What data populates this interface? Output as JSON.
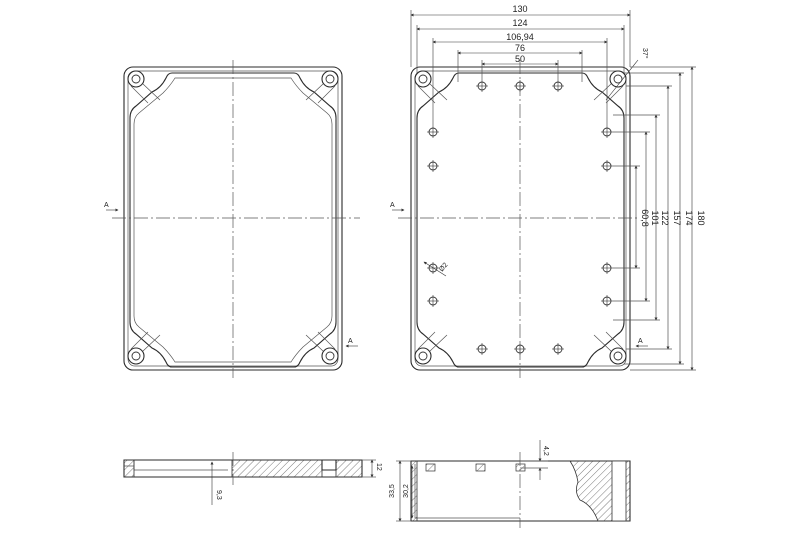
{
  "drawing": {
    "section_marker": "A",
    "dimensions": {
      "width_overall": "130",
      "width_inner": "124",
      "hole_span_outer": "106,94",
      "hole_span_mid": "76",
      "hole_span_inner": "50",
      "corner_angle": "37°",
      "height_overall": "180",
      "height_174": "174",
      "height_157": "157",
      "height_122": "122",
      "height_101": "101",
      "height_60_8": "60,8",
      "hole_diameter": "Ø2",
      "base_height": "12",
      "base_depth": "9,3",
      "depth_overall": "33,5",
      "depth_inner": "30,2",
      "wall_top": "4,2"
    }
  }
}
